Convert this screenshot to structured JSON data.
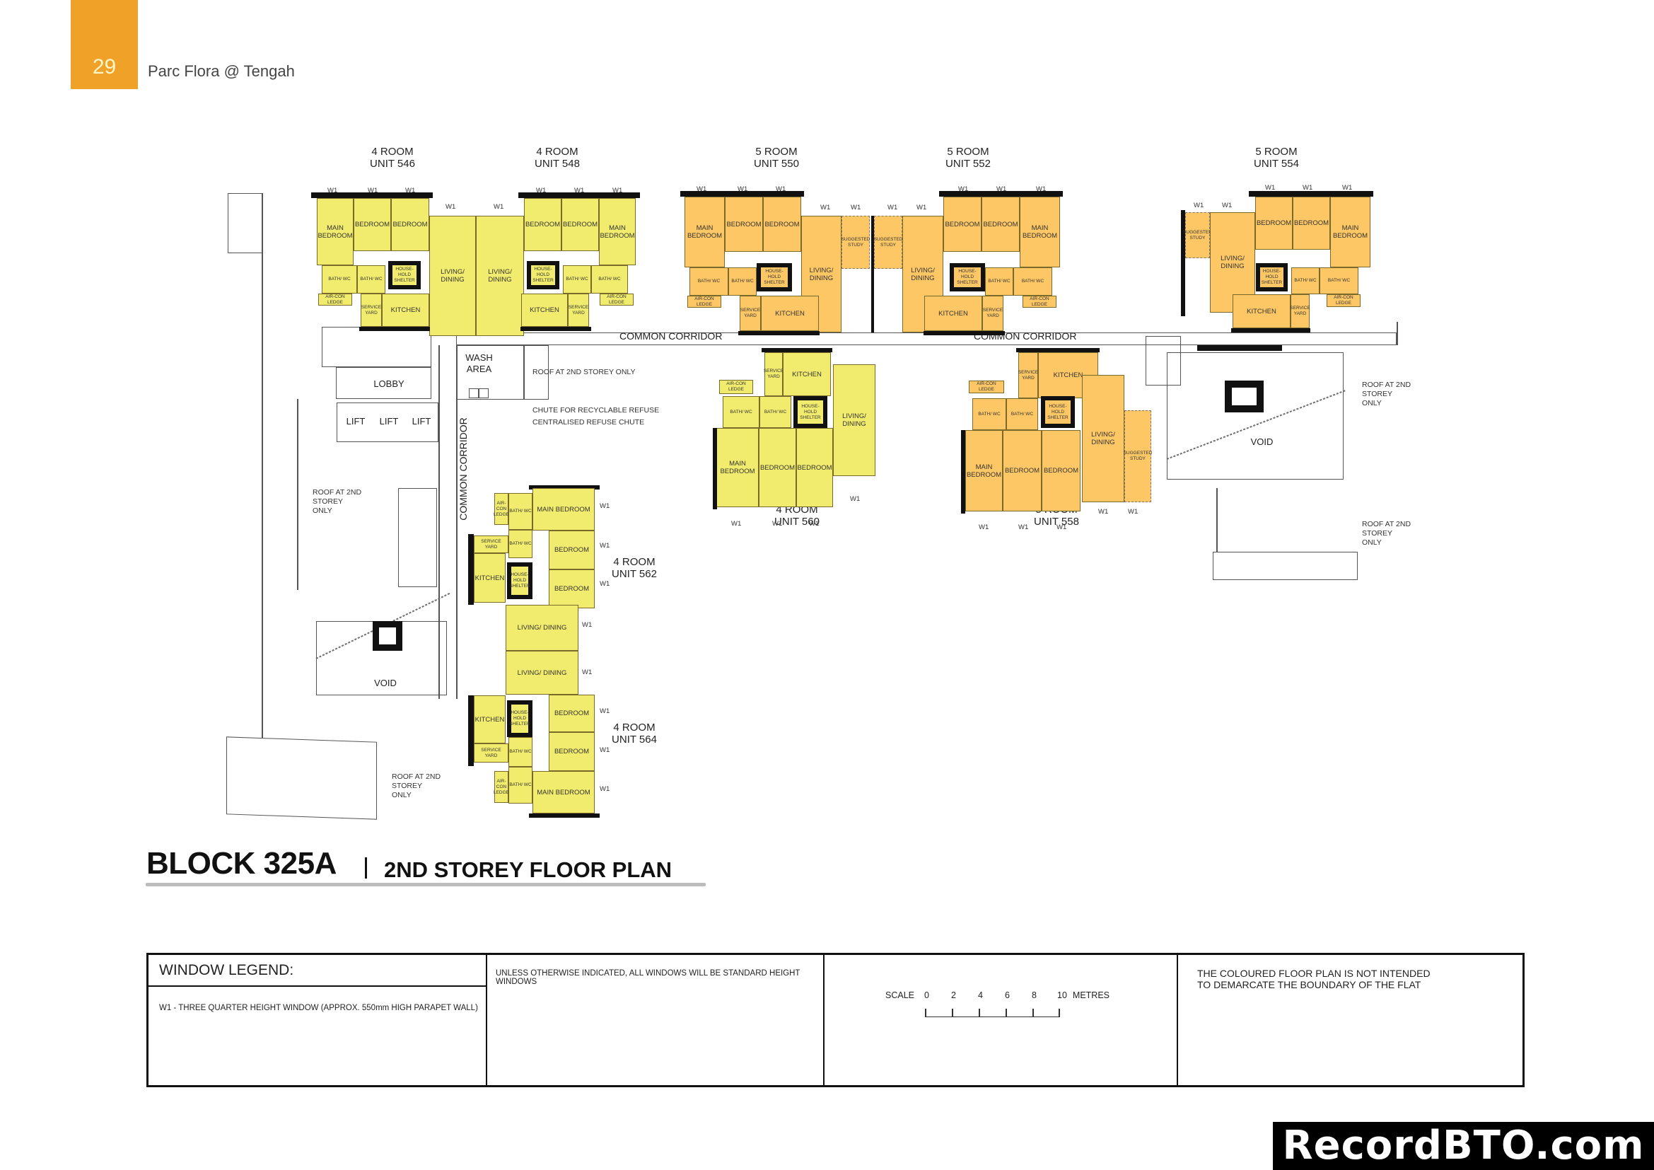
{
  "header": {
    "page_number": "29",
    "document_title": "Parc Flora @ Tengah",
    "accent_color": "#EFA128"
  },
  "plan": {
    "colors": {
      "four_room": "#F2EC6E",
      "five_room": "#FDC765"
    },
    "units": [
      {
        "type": "4 ROOM",
        "unit": "UNIT 546",
        "color": "yellow",
        "rooms": [
          "MAIN BEDROOM",
          "BEDROOM",
          "BEDROOM",
          "LIVING/ DINING",
          "BATH/ WC",
          "BATH/ WC",
          "HOUSE-HOLD SHELTER",
          "AIR-CON LEDGE",
          "SERVICE YARD",
          "KITCHEN"
        ]
      },
      {
        "type": "4 ROOM",
        "unit": "UNIT 548",
        "color": "yellow",
        "rooms": [
          "BEDROOM",
          "BEDROOM",
          "MAIN BEDROOM",
          "LIVING/ DINING",
          "HOUSE-HOLD SHELTER",
          "BATH/ WC",
          "BATH/ WC",
          "KITCHEN",
          "SERVICE YARD",
          "AIR-CON LEDGE"
        ]
      },
      {
        "type": "5 ROOM",
        "unit": "UNIT 550",
        "color": "orange",
        "rooms": [
          "MAIN BEDROOM",
          "BEDROOM",
          "BEDROOM",
          "LIVING/ DINING",
          "SUGGESTED STUDY",
          "BATH/ WC",
          "BATH/ WC",
          "HOUSE-HOLD SHELTER",
          "AIR-CON LEDGE",
          "SERVICE YARD",
          "KITCHEN"
        ]
      },
      {
        "type": "5 ROOM",
        "unit": "UNIT 552",
        "color": "orange",
        "rooms": [
          "SUGGESTED STUDY",
          "LIVING/ DINING",
          "BEDROOM",
          "BEDROOM",
          "MAIN BEDROOM",
          "HOUSE-HOLD SHELTER",
          "BATH/ WC",
          "BATH/ WC",
          "KITCHEN",
          "SERVICE YARD",
          "AIR-CON LEDGE"
        ]
      },
      {
        "type": "5 ROOM",
        "unit": "UNIT 554",
        "color": "orange",
        "rooms": [
          "SUGGESTED STUDY",
          "LIVING/ DINING",
          "BEDROOM",
          "BEDROOM",
          "MAIN BEDROOM",
          "HOUSE-HOLD SHELTER",
          "BATH/ WC",
          "BATH/ WC",
          "KITCHEN",
          "SERVICE YARD",
          "AIR-CON LEDGE"
        ]
      },
      {
        "type": "4 ROOM",
        "unit": "UNIT 560",
        "color": "yellow",
        "rooms": [
          "AIR-CON LEDGE",
          "SERVICE YARD",
          "KITCHEN",
          "BATH/ WC",
          "BATH/ WC",
          "HOUSE-HOLD SHELTER",
          "LIVING/ DINING",
          "MAIN BEDROOM",
          "BEDROOM",
          "BEDROOM"
        ]
      },
      {
        "type": "5 ROOM",
        "unit": "UNIT 558",
        "color": "orange",
        "rooms": [
          "AIR-CON LEDGE",
          "SERVICE YARD",
          "KITCHEN",
          "BATH/ WC",
          "BATH/ WC",
          "HOUSE-HOLD SHELTER",
          "LIVING/ DINING",
          "SUGGESTED STUDY",
          "MAIN BEDROOM",
          "BEDROOM",
          "BEDROOM"
        ]
      },
      {
        "type": "4 ROOM",
        "unit": "UNIT 562",
        "color": "yellow",
        "rooms": [
          "AIR-CON LEDGE",
          "BATH/ WC",
          "MAIN BEDROOM",
          "SERVICE YARD",
          "BATH/ WC",
          "BEDROOM",
          "KITCHEN",
          "HOUSE-HOLD SHELTER",
          "BEDROOM",
          "LIVING/ DINING"
        ]
      },
      {
        "type": "4 ROOM",
        "unit": "UNIT 564",
        "color": "yellow",
        "rooms": [
          "LIVING/ DINING",
          "KITCHEN",
          "HOUSE-HOLD SHELTER",
          "BEDROOM",
          "SERVICE YARD",
          "BATH/ WC",
          "BEDROOM",
          "AIR-CON LEDGE",
          "BATH/ WC",
          "MAIN BEDROOM"
        ]
      }
    ],
    "room_labels": {
      "main_bedroom": "MAIN BEDROOM",
      "bedroom": "BEDROOM",
      "living": "LIVING/ DINING",
      "bath": "BATH/ WC",
      "shelter": "HOUSE-HOLD SHELTER",
      "aircon": "AIR-CON LEDGE",
      "service": "SERVICE YARD",
      "kitchen": "KITCHEN",
      "study": "SUGGESTED STUDY"
    },
    "window_tag": "W1",
    "common_areas": {
      "corridor_1": "COMMON CORRIDOR",
      "corridor_2": "COMMON CORRIDOR",
      "corridor_vertical": "COMMON CORRIDOR",
      "lobby": "LOBBY",
      "lift": "LIFT",
      "wash_area": "WASH AREA",
      "void_1": "VOID",
      "void_2": "VOID"
    },
    "annotations": {
      "roof_wash": "ROOF AT 2ND STOREY ONLY",
      "chute_recyclable": "CHUTE FOR RECYCLABLE REFUSE",
      "chute_central": "CENTRALISED REFUSE CHUTE",
      "roof_left": "ROOF AT 2ND STOREY ONLY",
      "roof_bottom_left": "ROOF AT 2ND STOREY ONLY",
      "roof_right_top": "ROOF AT 2ND STOREY ONLY",
      "roof_right_bottom": "ROOF AT 2ND STOREY ONLY"
    }
  },
  "title": {
    "block": "BLOCK 325A",
    "subtitle": "2ND STOREY FLOOR PLAN"
  },
  "legend": {
    "heading": "WINDOW LEGEND:",
    "item": "W1 -  THREE QUARTER HEIGHT WINDOW (APPROX. 550mm HIGH PARAPET WALL)",
    "note": "UNLESS OTHERWISE INDICATED,  ALL WINDOWS WILL BE STANDARD HEIGHT WINDOWS",
    "scale": {
      "label": "SCALE",
      "ticks": [
        "0",
        "2",
        "4",
        "6",
        "8",
        "10"
      ],
      "unit": "METRES"
    },
    "disclaimer_line1": "THE COLOURED FLOOR PLAN IS NOT INTENDED",
    "disclaimer_line2": "TO DEMARCATE THE BOUNDARY OF THE FLAT"
  },
  "watermark": "RecordBTO.com"
}
